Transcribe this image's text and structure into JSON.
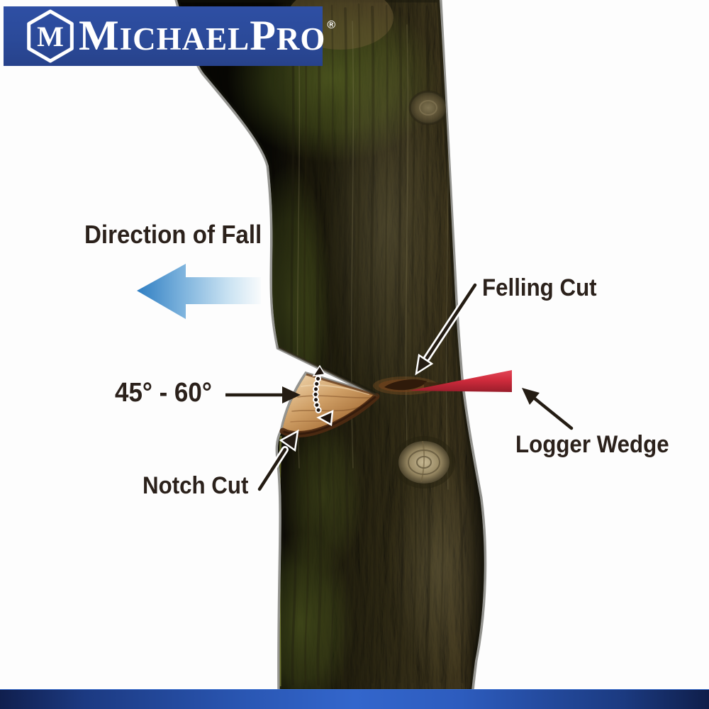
{
  "brand": {
    "monogram": "M",
    "name_part_m": "M",
    "name_part_ichael": "ichael",
    "name_part_p": "P",
    "name_part_ro": "ro",
    "registered_mark": "®",
    "banner_color": "#2b4a99"
  },
  "diagram": {
    "labels": {
      "direction_of_fall": "Direction of Fall",
      "felling_cut": "Felling Cut",
      "notch_angle_range": "45° - 60°",
      "notch_cut": "Notch Cut",
      "logger_wedge": "Logger Wedge"
    },
    "colors": {
      "label_text": "#2b211b",
      "arrow_dark": "#241c13",
      "direction_arrow_blue": "#2f7ec2",
      "logger_wedge_red": "#d02b3c",
      "notch_wood_tan": "#c89a64",
      "footer_bar_blue": "#2f62c3",
      "banner_blue": "#2b4a99"
    }
  }
}
